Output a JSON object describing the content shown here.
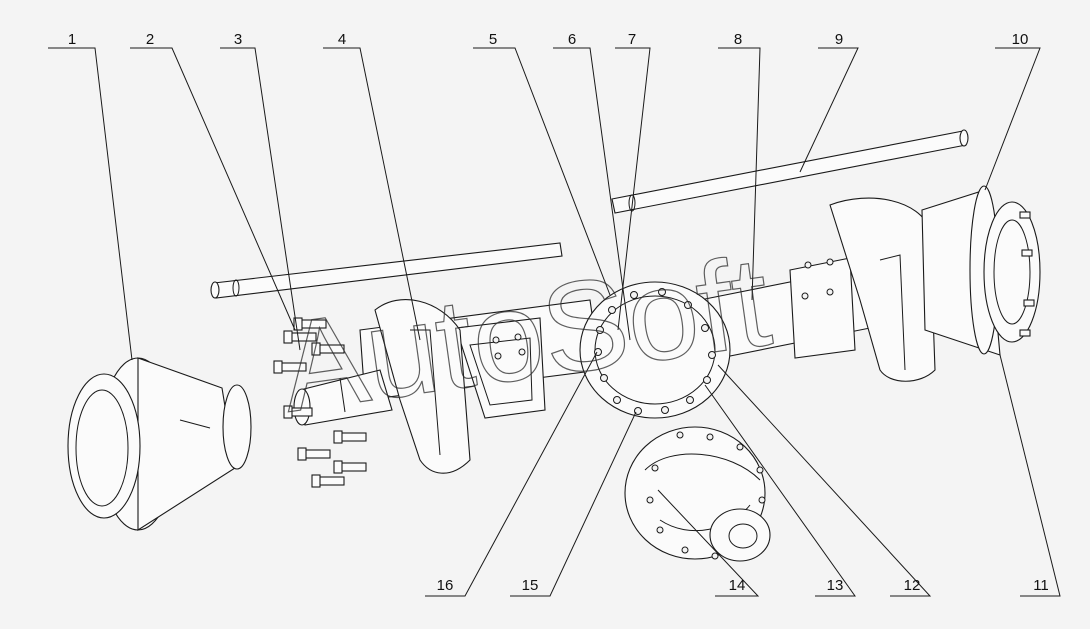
{
  "watermark": "AutoSoft",
  "callouts": [
    "1",
    "2",
    "3",
    "4",
    "5",
    "6",
    "7",
    "8",
    "9",
    "10",
    "11",
    "12",
    "13",
    "14",
    "15",
    "16"
  ]
}
